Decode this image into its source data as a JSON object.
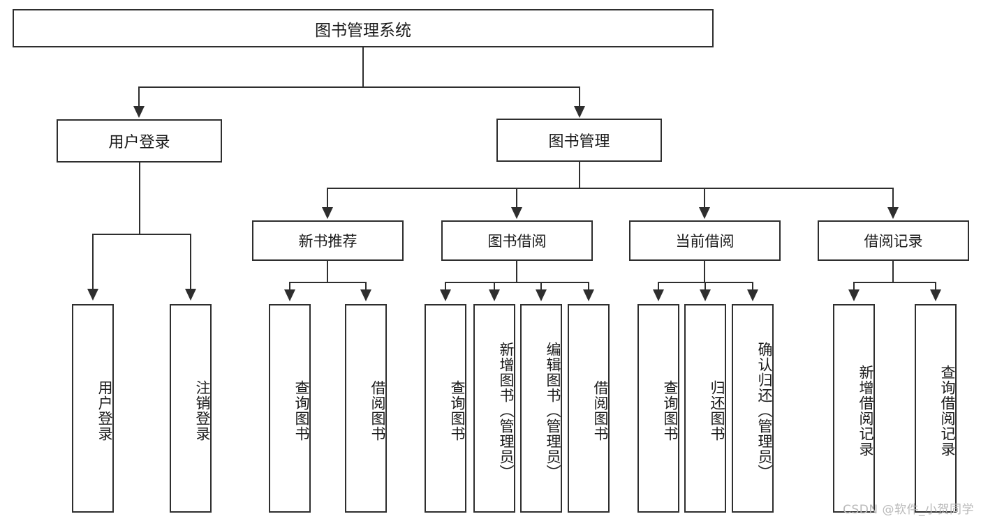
{
  "diagram": {
    "title": "图书管理系统",
    "type": "tree-hierarchy-diagram",
    "watermark": "CSDN @软件_小贺同学",
    "colors": {
      "stroke": "#2e2e2e",
      "fill": "#ffffff",
      "text": "#1a1a1a",
      "watermark": "#b9b9b9"
    },
    "nodes": {
      "root": {
        "label": "图书管理系统"
      },
      "level2": [
        {
          "id": "user-login",
          "label": "用户登录"
        },
        {
          "id": "book-management",
          "label": "图书管理"
        }
      ],
      "level3": [
        {
          "id": "new-book-recommend",
          "label": "新书推荐"
        },
        {
          "id": "book-borrow",
          "label": "图书借阅"
        },
        {
          "id": "current-borrow",
          "label": "当前借阅"
        },
        {
          "id": "borrow-record",
          "label": "借阅记录"
        }
      ],
      "leaves": {
        "user_login": [
          {
            "id": "leaf-user-login",
            "label": "用户登录"
          },
          {
            "id": "leaf-logout-login",
            "label": "注销登录"
          }
        ],
        "new_book_recommend": [
          {
            "id": "leaf-query-book-1",
            "label": "查询图书"
          },
          {
            "id": "leaf-borrow-book-1",
            "label": "借阅图书"
          }
        ],
        "book_borrow": [
          {
            "id": "leaf-query-book-2",
            "label": "查询图书"
          },
          {
            "id": "leaf-add-book",
            "label": "新增图书（管理员）"
          },
          {
            "id": "leaf-edit-book",
            "label": "编辑图书（管理员）"
          },
          {
            "id": "leaf-borrow-book-2",
            "label": "借阅图书"
          }
        ],
        "current_borrow": [
          {
            "id": "leaf-query-book-3",
            "label": "查询图书"
          },
          {
            "id": "leaf-return-book",
            "label": "归还图书"
          },
          {
            "id": "leaf-confirm-return",
            "label": "确认归还（管理员）"
          }
        ],
        "borrow_record": [
          {
            "id": "leaf-add-record",
            "label": "新增借阅记录"
          },
          {
            "id": "leaf-query-record",
            "label": "查询借阅记录"
          }
        ]
      }
    }
  }
}
